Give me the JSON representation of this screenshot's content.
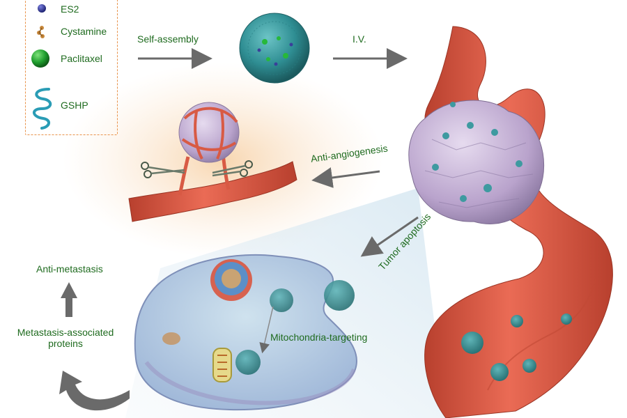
{
  "legend": {
    "items": [
      {
        "label": "ES2",
        "color": "#2b2f8a",
        "icon": "es2-dot-icon"
      },
      {
        "label": "Cystamine",
        "color": "#c7873a",
        "icon": "cystamine-molecule-icon"
      },
      {
        "label": "Paclitaxel",
        "color": "#1f9e2e",
        "icon": "paclitaxel-sphere-icon"
      },
      {
        "label": "GSHP",
        "color": "#2a9cb5",
        "icon": "gshp-coil-icon"
      }
    ],
    "border_color": "#e8924a"
  },
  "steps": {
    "self_assembly": "Self-assembly",
    "iv": "I.V.",
    "anti_angiogenesis": "Anti-angiogenesis",
    "tumor_apoptosis": "Tumor apoptosis",
    "mitochondria_targeting": "Mitochondria-targeting",
    "anti_metastasis": "Anti-metastasis",
    "metastasis_proteins": "Metastasis-associated proteins"
  },
  "colors": {
    "label_text": "#1f6b1f",
    "arrow": "#6a6a6a",
    "vessel": "#e0604a",
    "nanoparticle": "#3a9aa0",
    "tumor": "#c8b4d6",
    "cell": "#b9c9e6"
  }
}
